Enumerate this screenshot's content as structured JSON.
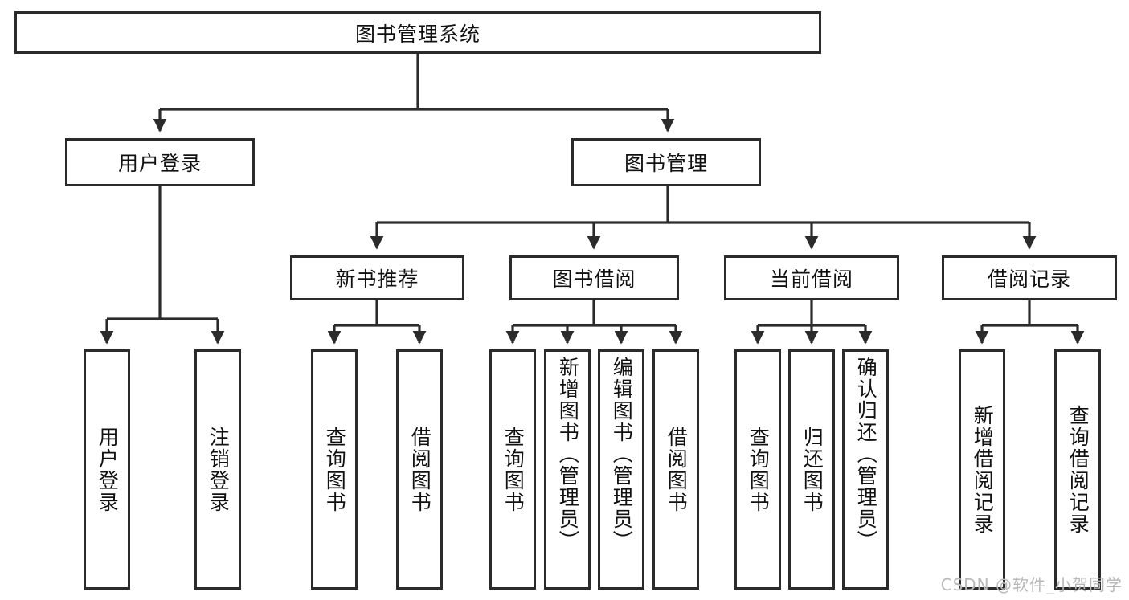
{
  "diagram": {
    "title_node": {
      "label": "图书管理系统"
    },
    "level2": [
      {
        "id": "user-login",
        "label": "用户登录"
      },
      {
        "id": "book-management",
        "label": "图书管理"
      }
    ],
    "level3": [
      {
        "id": "new-book-recommend",
        "label": "新书推荐"
      },
      {
        "id": "book-borrow",
        "label": "图书借阅"
      },
      {
        "id": "current-borrow",
        "label": "当前借阅"
      },
      {
        "id": "borrow-record",
        "label": "借阅记录"
      }
    ],
    "leaves": {
      "user_login": [
        {
          "id": "leaf-user-login",
          "label": "用户登录"
        },
        {
          "id": "leaf-user-logout",
          "label": "注销登录"
        }
      ],
      "new_book_recommend": [
        {
          "id": "leaf-query-book-1",
          "label": "查询图书"
        },
        {
          "id": "leaf-borrow-book-1",
          "label": "借阅图书"
        }
      ],
      "book_borrow": [
        {
          "id": "leaf-query-book-2",
          "label": "查询图书"
        },
        {
          "id": "leaf-add-book",
          "label": "新增图书（管理员）"
        },
        {
          "id": "leaf-edit-book",
          "label": "编辑图书（管理员）"
        },
        {
          "id": "leaf-borrow-book-2",
          "label": "借阅图书"
        }
      ],
      "current_borrow": [
        {
          "id": "leaf-query-book-3",
          "label": "查询图书"
        },
        {
          "id": "leaf-return-book",
          "label": "归还图书"
        },
        {
          "id": "leaf-confirm-return",
          "label": "确认归还（管理员）"
        }
      ],
      "borrow_record": [
        {
          "id": "leaf-add-record",
          "label": "新增借阅记录"
        },
        {
          "id": "leaf-query-record",
          "label": "查询借阅记录"
        }
      ]
    }
  },
  "watermark": {
    "text": "CSDN @软件_小贺同学"
  },
  "colors": {
    "stroke": "#2b2b2b",
    "background": "#ffffff",
    "text": "#111111",
    "watermark": "#b9b9b9"
  }
}
